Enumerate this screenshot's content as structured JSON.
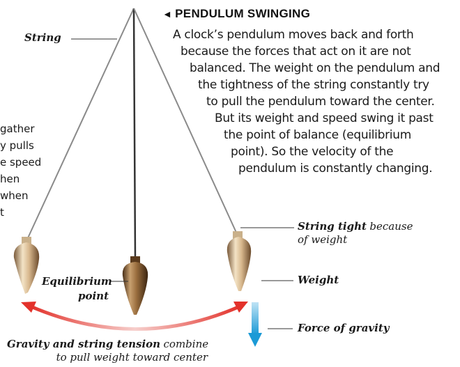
{
  "heading": {
    "arrow": "◄",
    "text": "PENDULUM SWINGING"
  },
  "paragraph": [
    "A clock’s pendulum moves back and forth",
    "because the forces that act on it are not",
    "balanced. The weight on the pendulum and",
    "the tightness of the string constantly try",
    "to pull the pendulum toward the center.",
    "But its weight and speed swing it past",
    "the point of balance (equilibrium",
    "point). So the velocity of the",
    "pendulum is constantly changing."
  ],
  "left_fragment": [
    "gather",
    "y pulls",
    "e speed",
    "hen",
    "when",
    "t"
  ],
  "labels": {
    "string": "String",
    "string_tight_bold": "String tight",
    "string_tight_rest_1": "because",
    "string_tight_rest_2": "of weight",
    "weight": "Weight",
    "equilibrium_1": "Equilibrium",
    "equilibrium_2": "point",
    "force_of_gravity": "Force of gravity",
    "caption_bold": "Gravity and string tension",
    "caption_rest_1": "combine",
    "caption_rest_2": "to pull weight toward center"
  },
  "colors": {
    "arc_start": "#e3322b",
    "arc_mid": "#f2b3b0",
    "gravity_arrow": "#1b9ad6"
  }
}
